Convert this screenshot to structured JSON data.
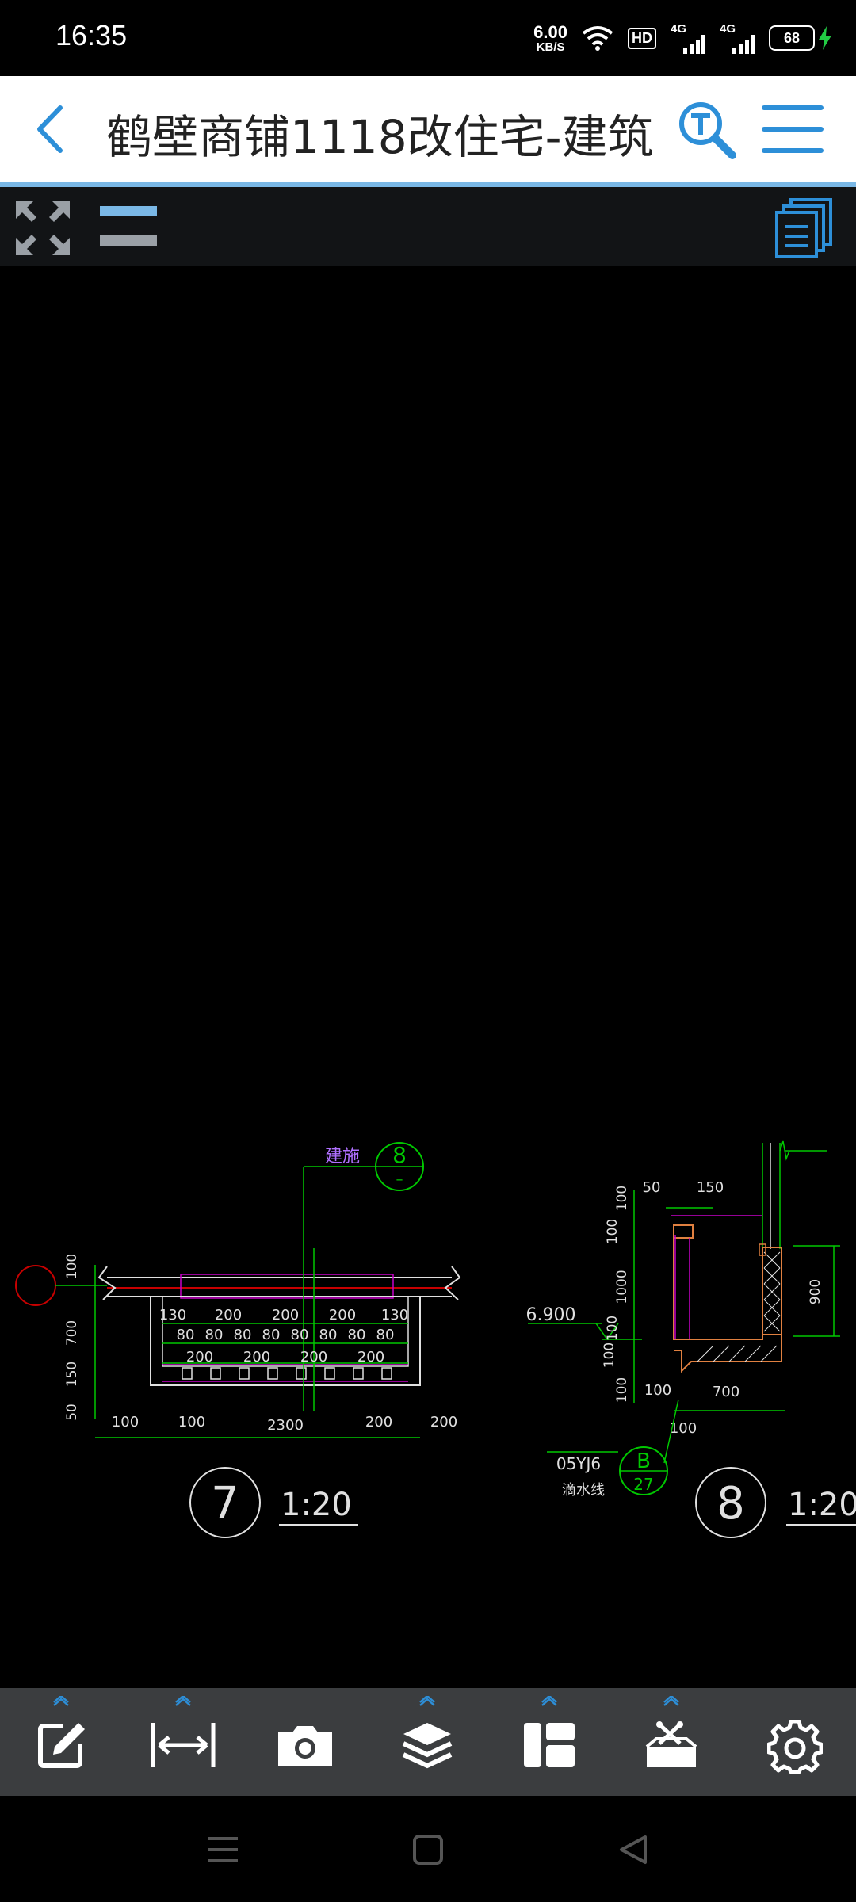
{
  "status": {
    "time": "16:35",
    "net_speed": "6.00",
    "net_unit": "KB/S",
    "hd": "HD",
    "sim1": "4G",
    "sim2": "4G",
    "battery": "68"
  },
  "header": {
    "title": "鹤壁商铺1118改住宅-建筑"
  },
  "drawing": {
    "note_jianshi": "建施",
    "callout_8": "8",
    "callout_dash": "–",
    "detail7": {
      "dims_top": [
        "130",
        "200",
        "200",
        "200",
        "130"
      ],
      "dims_80": [
        "80",
        "80",
        "80",
        "80",
        "80",
        "80",
        "80",
        "80"
      ],
      "dims_200": [
        "200",
        "200",
        "200",
        "200"
      ],
      "dims_left": [
        "100",
        "700",
        "150",
        "50"
      ],
      "dims_bottom": [
        "100",
        "100",
        "2300",
        "200",
        "200"
      ],
      "number": "7",
      "scale": "1:20"
    },
    "detail8": {
      "dim_50": "50",
      "dim_150": "150",
      "dims_left": [
        "100",
        "100",
        "1000",
        "100",
        "100",
        "100"
      ],
      "elevation": "6.900",
      "dim_900": "900",
      "dim_100a": "100",
      "dim_700": "700",
      "dim_100b": "100",
      "ref_std": "05YJ6",
      "ref_desc": "滴水线",
      "ref_letter": "B",
      "ref_page": "27",
      "number": "8",
      "scale": "1:20"
    }
  },
  "bottom_tools": [
    "edit-icon",
    "measure-icon",
    "camera-icon",
    "layers-icon",
    "layout-icon",
    "tools-icon",
    "settings-icon"
  ],
  "colors": {
    "accent": "#2d8fd8",
    "cad_green": "#00c800",
    "cad_magenta": "#c800c8",
    "cad_white": "#e0e0e0"
  }
}
